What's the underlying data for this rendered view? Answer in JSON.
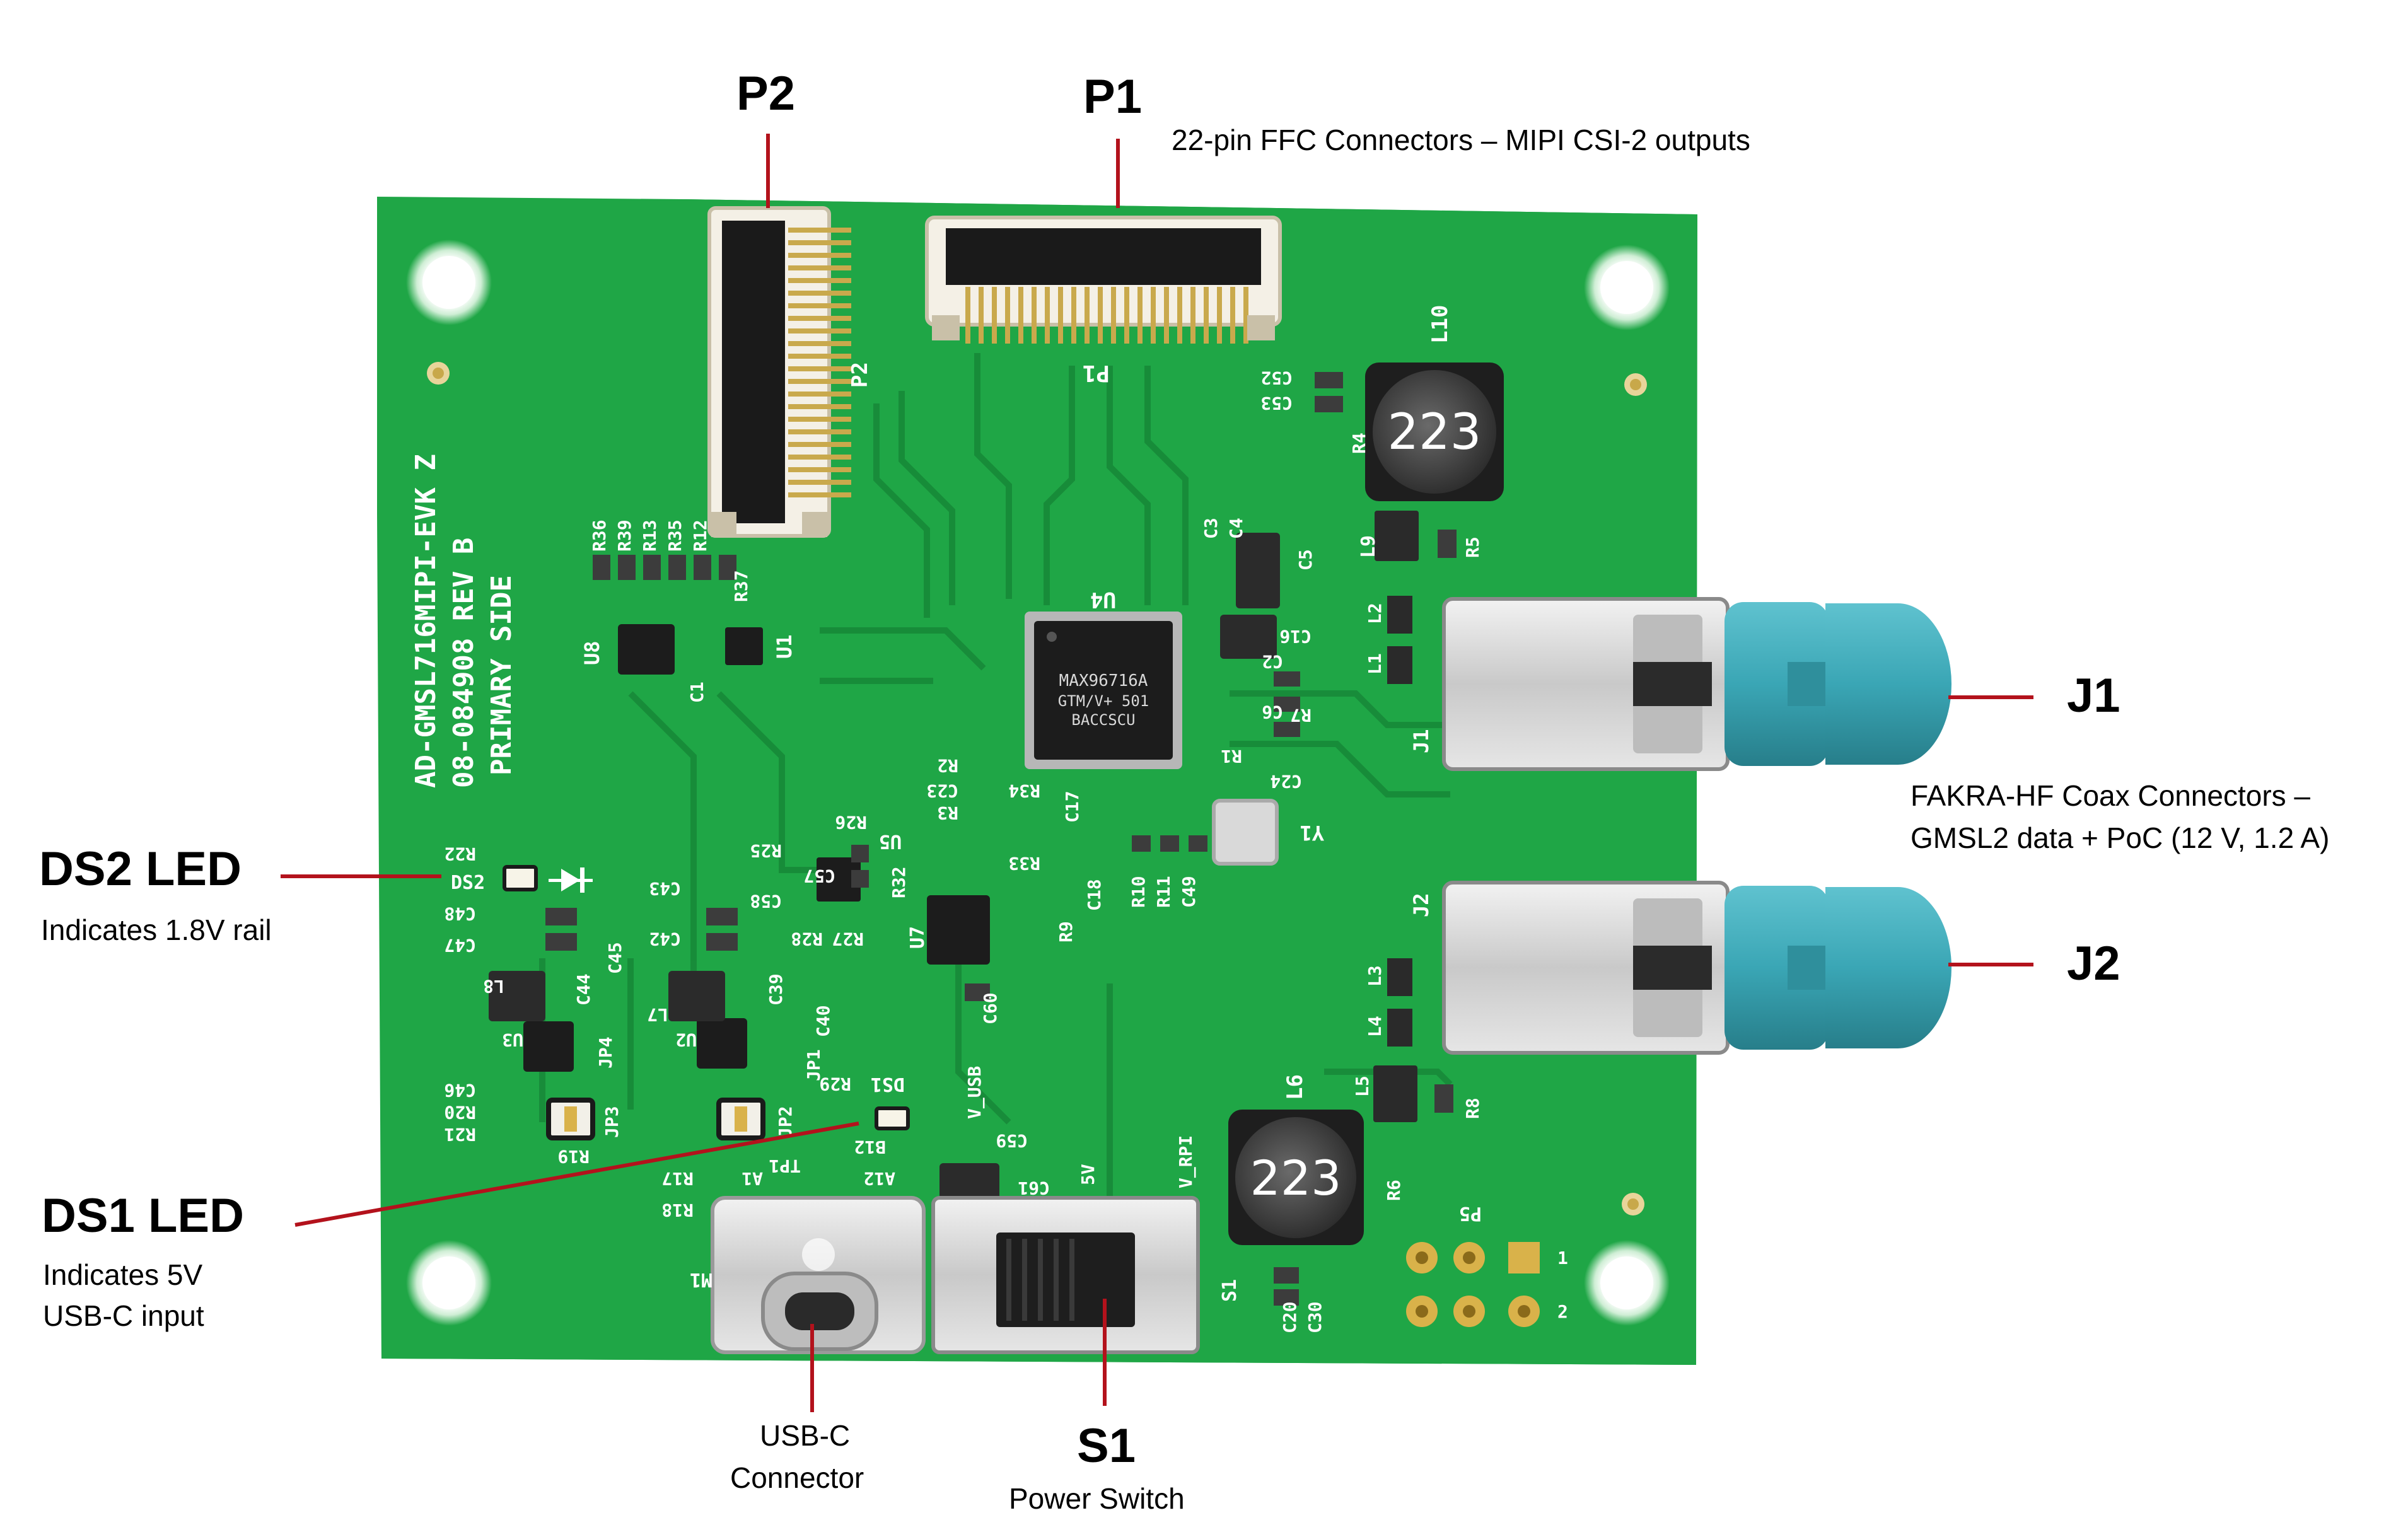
{
  "callouts": {
    "p2": {
      "name": "P2"
    },
    "p1": {
      "name": "P1",
      "desc": "22-pin FFC Connectors – MIPI CSI-2 outputs"
    },
    "j1": {
      "name": "J1",
      "desc_line1": "FAKRA-HF Coax Connectors –",
      "desc_line2": "GMSL2 data + PoC (12 V, 1.2 A)"
    },
    "j2": {
      "name": "J2"
    },
    "ds2": {
      "name": "DS2 LED",
      "desc": "Indicates 1.8V rail"
    },
    "ds1": {
      "name": "DS1 LED",
      "desc_line1": "Indicates 5V",
      "desc_line2": "USB-C input"
    },
    "usbc": {
      "desc_line1": "USB-C",
      "desc_line2": "Connector"
    },
    "s1": {
      "name": "S1",
      "desc": "Power Switch"
    }
  },
  "board": {
    "silkscreen_line1": "AD-GMSL716MIPI-EVK Z",
    "silkscreen_line2": "08-084908 REV B",
    "silkscreen_line3": "PRIMARY SIDE",
    "chip_u4_line1": "MAX96716A",
    "chip_u4_line2": "GTM/V+ 501",
    "chip_u4_line3": "BACCSCU",
    "inductor_l10": "223",
    "inductor_l6": "223",
    "refs": {
      "p1": "P1",
      "p2": "P2",
      "l10": "L10",
      "l6": "L6",
      "u4": "U4",
      "u1": "U1",
      "u8": "U8",
      "u5": "U5",
      "u7": "U7",
      "j1": "J1",
      "j2": "J2",
      "y1": "Y1",
      "ds2": "DS2",
      "ds1": "DS1",
      "m1": "M1",
      "s1": "S1",
      "p5": "P5",
      "l9": "L9",
      "l2": "L2",
      "l1": "L1",
      "l3": "L3",
      "l4": "L4",
      "l5": "L5",
      "u3": "U3",
      "u2": "U2",
      "v_usb": "V_USB",
      "v_rpi": "V_RPI",
      "five_v": "5V",
      "l8": "L8",
      "l7": "L7",
      "r4": "R4",
      "r5": "R5",
      "r8": "R8",
      "r6": "R6",
      "c52": "C52",
      "c53": "C53",
      "c5": "C5",
      "c16": "C16",
      "c3": "C3",
      "c4": "C4",
      "c24": "C24",
      "c59": "C59",
      "c61": "C61",
      "c20": "C20",
      "c30": "C30",
      "c60": "C60",
      "c40": "C40",
      "c39": "C39",
      "c43": "C43",
      "c42": "C42",
      "c44": "C44",
      "c45": "C45",
      "c46": "C46",
      "c47": "C47",
      "c48": "C48",
      "c1": "C1",
      "jp1": "JP1",
      "jp2": "JP2",
      "jp3": "JP3",
      "jp4": "JP4",
      "r19": "R19",
      "r20": "R20",
      "r21": "R21",
      "r22": "R22",
      "r29": "R29",
      "r1": "R1",
      "r7": "R7",
      "r9": "R9",
      "r10": "R10",
      "r11": "R11",
      "r25": "R25",
      "r26": "R26",
      "r27": "R27",
      "r28": "R28",
      "r32": "R32",
      "r33": "R33",
      "r34": "R34",
      "r36": "R36",
      "r37": "R37",
      "r39": "R39",
      "r13": "R13",
      "r35": "R35",
      "r12": "R12",
      "c2": "C2",
      "c6": "C6",
      "c17": "C17",
      "c18": "C18",
      "c23": "C23",
      "c49": "C49",
      "c57": "C57",
      "c58": "C58",
      "r2": "R2",
      "r3": "R3",
      "tp1": "TP1",
      "a12": "A12",
      "a1": "A1",
      "b12": "B12",
      "r17": "R17",
      "r18": "R18",
      "pin1": "1",
      "pin2": "2"
    }
  },
  "colors": {
    "pcb": "#1fa646",
    "pcb_dark": "#178a38",
    "silk": "#ffffff",
    "callout_line": "#b3121c",
    "fakra_teal": "#3aa6b5",
    "metal": "#d6d6d6",
    "ic_black": "#1c1c1c",
    "gold": "#d9b24a"
  }
}
